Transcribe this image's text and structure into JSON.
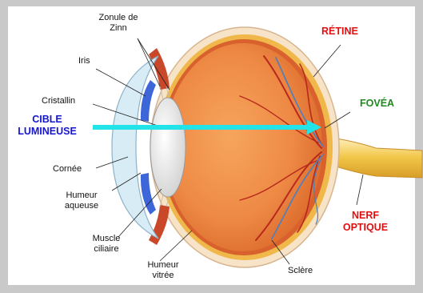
{
  "labels": {
    "zonule": "Zonule de\nZinn",
    "iris": "Iris",
    "cristallin": "Cristallin",
    "cible": "CIBLE\nLUMINEUSE",
    "cornee": "Cornée",
    "humeur_aqueuse": "Humeur\naqueuse",
    "muscle_ciliaire": "Muscle\nciliaire",
    "humeur_vitree": "Humeur\nvitrée",
    "sclere": "Sclère",
    "retine": "RÉTINE",
    "fovea": "FOVÉA",
    "nerf_optique": "NERF\nOPTIQUE"
  },
  "colors": {
    "background": "#c9c9c9",
    "panel": "#ffffff",
    "light_ray": "#22e3e8",
    "accent_red": "#e01010",
    "accent_green": "#1f8a1f",
    "accent_blue": "#1515d0",
    "eyeball": "#e88a48",
    "retina": "#f3c24a",
    "iris": "#4169d6",
    "lens": "#e9e9e9"
  }
}
